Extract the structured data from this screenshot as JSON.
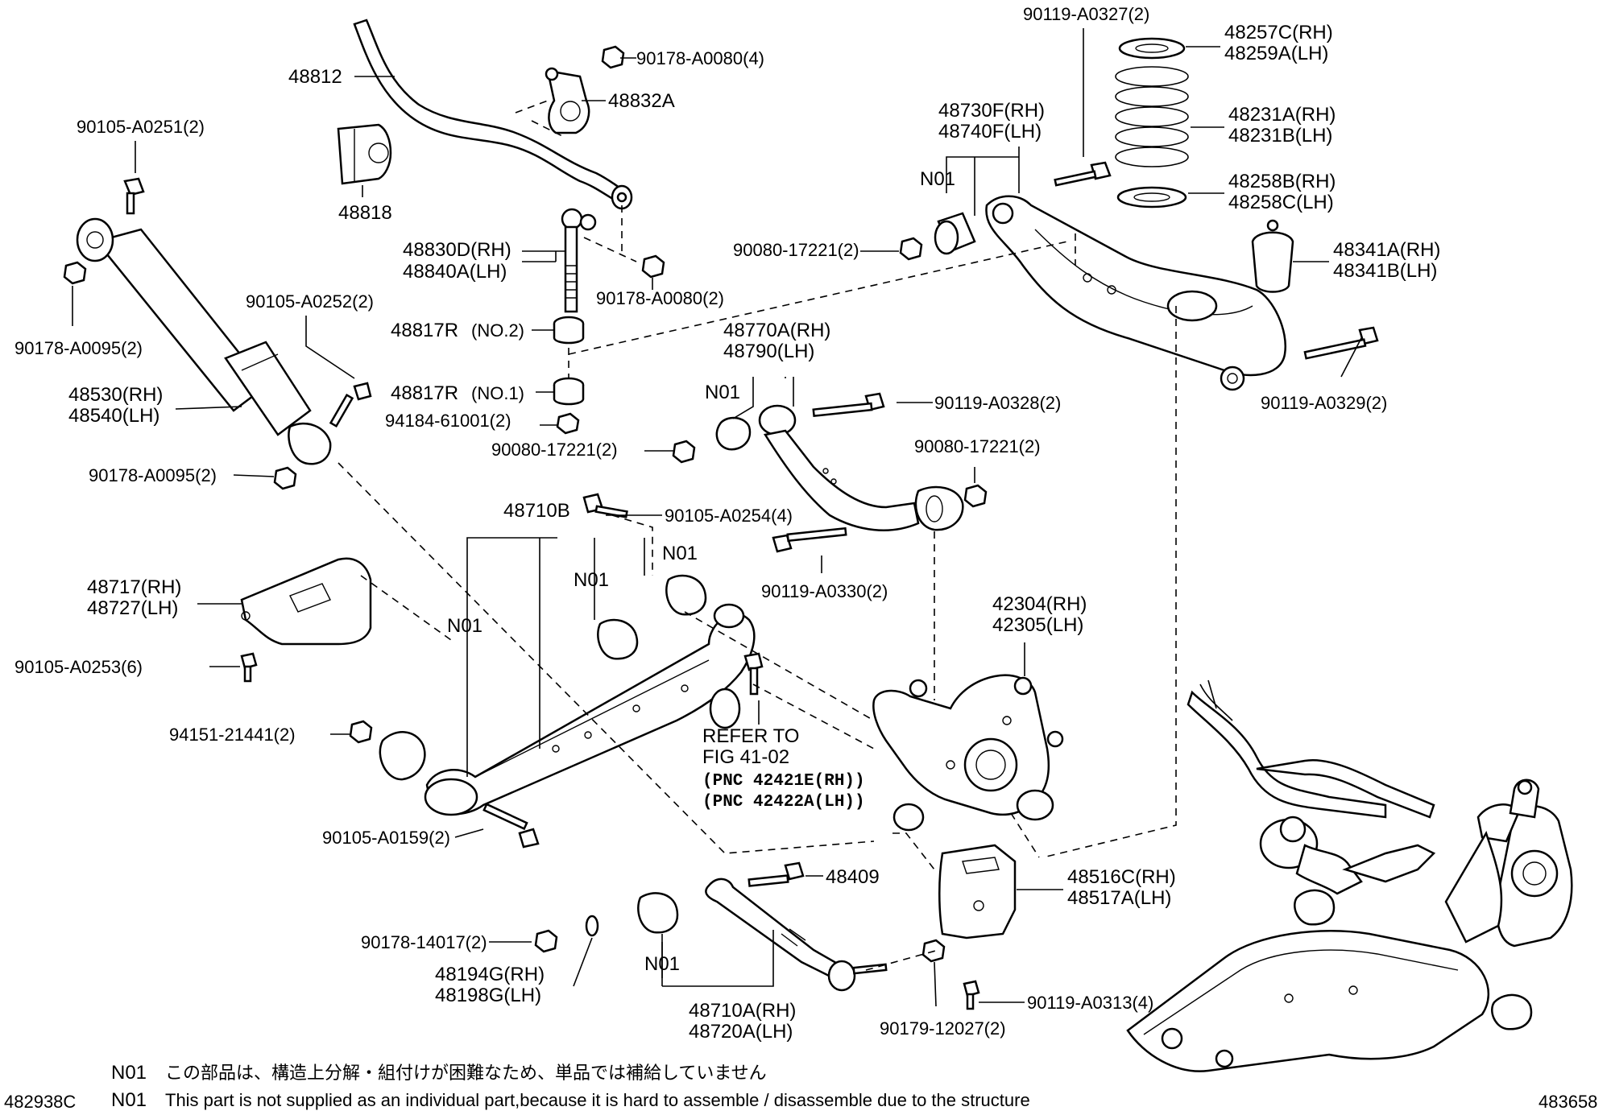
{
  "labels": {
    "p48812": "48812",
    "p90178_A0080_4": "90178-A0080(4)",
    "p48832A": "48832A",
    "p48818": "48818",
    "p90105_A0251": "90105-A0251(2)",
    "p90178_A0095_top": "90178-A0095(2)",
    "p48830D": "48830D(RH)",
    "p48840A": "48840A(LH)",
    "p90178_A0080_2": "90178-A0080(2)",
    "p90105_A0252": "90105-A0252(2)",
    "p48817R_no2": "48817R",
    "no2": "(NO.2)",
    "p48817R_no1": "48817R",
    "no1": "(NO.1)",
    "p94184": "94184-61001(2)",
    "p90080_a": "90080-17221(2)",
    "p48530": "48530(RH)",
    "p48540": "48540(LH)",
    "p90178_A0095_bot": "90178-A0095(2)",
    "p90119_A0327": "90119-A0327(2)",
    "p48257C": "48257C(RH)",
    "p48259A": "48259A(LH)",
    "p48730F": "48730F(RH)",
    "p48740F": "48740F(LH)",
    "p48231A": "48231A(RH)",
    "p48231B": "48231B(LH)",
    "n01_trailing": "N01",
    "p48258B": "48258B(RH)",
    "p48258C": "48258C(LH)",
    "p90080_b": "90080-17221(2)",
    "p48341A": "48341A(RH)",
    "p48341B": "48341B(LH)",
    "p48770A": "48770A(RH)",
    "p48790": "48790(LH)",
    "n01_upper": "N01",
    "p90119_A0328": "90119-A0328(2)",
    "p90119_A0329": "90119-A0329(2)",
    "p90080_c": "90080-17221(2)",
    "p48710B": "48710B",
    "p90105_A0254": "90105-A0254(4)",
    "n01_a": "N01",
    "n01_b": "N01",
    "n01_c": "N01",
    "p90119_A0330": "90119-A0330(2)",
    "p48717": "48717(RH)",
    "p48727": "48727(LH)",
    "p42304": "42304(RH)",
    "p42305": "42305(LH)",
    "p90105_A0253": "90105-A0253(6)",
    "p94151": "94151-21441(2)",
    "refer1": "REFER TO",
    "refer2": "FIG 41-02",
    "pnc1": "(PNC 42421E(RH))",
    "pnc2": "(PNC 42422A(LH))",
    "p90105_A0159": "90105-A0159(2)",
    "p48409": "48409",
    "p48516C": "48516C(RH)",
    "p48517A": "48517A(LH)",
    "p90178_14017": "90178-14017(2)",
    "n01_lower": "N01",
    "p48194G": "48194G(RH)",
    "p48198G": "48198G(LH)",
    "p48710A": "48710A(RH)",
    "p48720A": "48720A(LH)",
    "p90119_A0313": "90119-A0313(4)",
    "p90179": "90179-12027(2)",
    "fig_left": "482938C",
    "fig_right": "483658"
  },
  "notes": [
    {
      "code": "N01",
      "text": "この部品は、構造上分解・組付けが困難なため、単品では補給していません"
    },
    {
      "code": "N01",
      "text": "This part is not supplied as an individual part,because it is hard to assemble / disassemble due to the structure"
    }
  ]
}
